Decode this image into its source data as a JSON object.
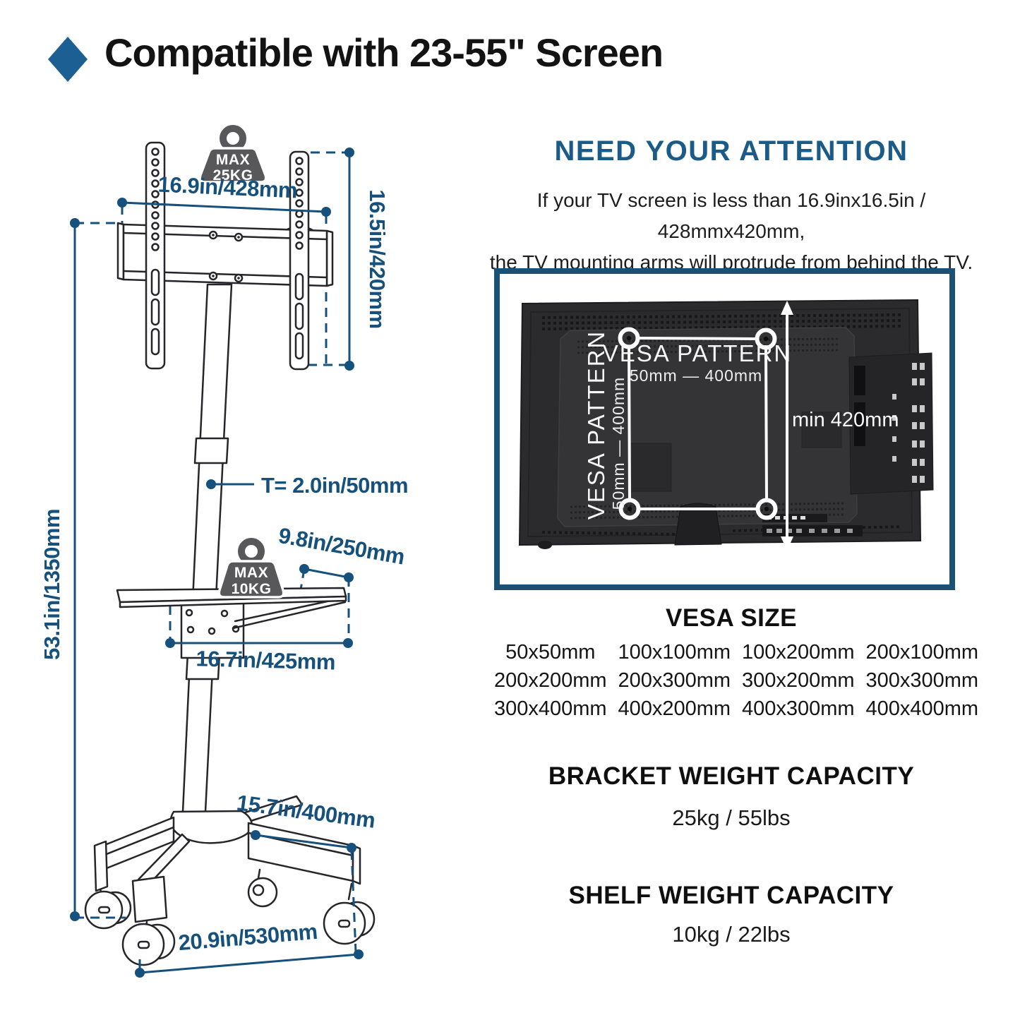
{
  "title": {
    "text": "Compatible with 23-55\" Screen"
  },
  "colors": {
    "accent_diamond": "#1c6093",
    "heading_blue": "#1a5b87",
    "dimension_blue": "#15517c",
    "badge_gray": "#58585a",
    "frame_border": "#1b5175",
    "tv_body": "#2b2b2d"
  },
  "icons": {
    "diamond_bullet": "diamond",
    "weight_badge": "kettlebell-weight",
    "arrow_vertical": "double-headed-arrow"
  },
  "diagram": {
    "badge_top": {
      "line1": "MAX",
      "line2": "25KG"
    },
    "badge_shelf": {
      "line1": "MAX",
      "line2": "10KG"
    },
    "dims": {
      "bracket_width": "16.9in/428mm",
      "bracket_height": "16.5in/420mm",
      "pole_thickness": "T= 2.0in/50mm",
      "stand_height": "53.1in/1350mm",
      "shelf_depth": "9.8in/250mm",
      "shelf_width": "16.7in/425mm",
      "base_arm": "15.7in/400mm",
      "base_width": "20.9in/530mm"
    }
  },
  "attention": {
    "heading": "NEED YOUR ATTENTION",
    "line1": "If your TV screen is less than 16.9inx16.5in / 428mmx420mm,",
    "line2": "the TV mounting arms will protrude from behind the TV."
  },
  "tv": {
    "vesa_pattern_label": "VESA PATTERN",
    "vesa_range": "50mm — 400mm",
    "vesa_pattern_label_vertical": "VESA PATTERN",
    "vesa_range_vertical": "50mm — 400mm",
    "min_height": "min 420mm"
  },
  "vesa": {
    "heading": "VESA SIZE",
    "rows": [
      [
        "50x50mm",
        "100x100mm",
        "100x200mm",
        "200x100mm"
      ],
      [
        "200x200mm",
        "200x300mm",
        "300x200mm",
        "300x300mm"
      ],
      [
        "300x400mm",
        "400x200mm",
        "400x300mm",
        "400x400mm"
      ]
    ]
  },
  "bracket_capacity": {
    "heading": "BRACKET WEIGHT CAPACITY",
    "value": "25kg / 55lbs"
  },
  "shelf_capacity": {
    "heading": "SHELF WEIGHT CAPACITY",
    "value": "10kg / 22lbs"
  }
}
